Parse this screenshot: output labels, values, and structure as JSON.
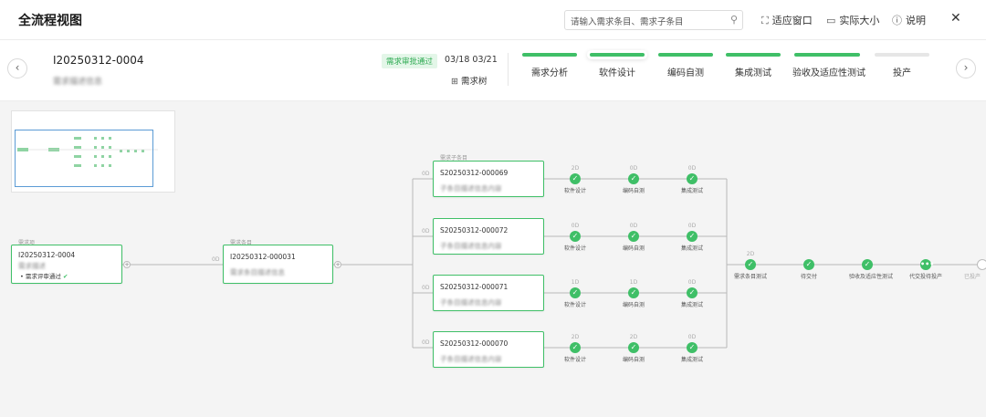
{
  "header": {
    "title": "全流程视图",
    "search_placeholder": "请输入需求条目、需求子条目",
    "fit_window": "适应窗口",
    "actual_size": "实际大小",
    "help": "说明",
    "close": "✕"
  },
  "info": {
    "req_id": "I20250312-0004",
    "req_sub": "需求描述信息",
    "status": "需求审批通过",
    "dates": "03/18 03/21",
    "tree": "需求树",
    "stages": [
      {
        "label": "需求分析",
        "state": "done"
      },
      {
        "label": "软件设计",
        "state": "done"
      },
      {
        "label": "编码自测",
        "state": "done"
      },
      {
        "label": "集成测试",
        "state": "done"
      },
      {
        "label": "验收及适应性测试",
        "state": "done"
      },
      {
        "label": "投产",
        "state": "pending"
      }
    ]
  },
  "flow": {
    "root": {
      "tag": "需求项",
      "id": "I20250312-0004",
      "sub": "需求描述",
      "status": "需求评审通过"
    },
    "mid": {
      "tag": "需求条目",
      "id": "I20250312-000031",
      "sub": "需求条目描述信息",
      "dur": "0D"
    },
    "children_tag": "需求子条目",
    "children": [
      {
        "id": "S20250312-000069",
        "sub": "子条目描述信息内容",
        "dur": "0D",
        "steps": [
          {
            "dur": "2D",
            "label": "软件设计"
          },
          {
            "dur": "0D",
            "label": "编码自测"
          },
          {
            "dur": "0D",
            "label": "集成测试"
          }
        ]
      },
      {
        "id": "S20250312-000072",
        "sub": "子条目描述信息内容",
        "dur": "0D",
        "steps": [
          {
            "dur": "0D",
            "label": "软件设计"
          },
          {
            "dur": "0D",
            "label": "编码自测"
          },
          {
            "dur": "0D",
            "label": "集成测试"
          }
        ]
      },
      {
        "id": "S20250312-000071",
        "sub": "子条目描述信息内容",
        "dur": "0D",
        "steps": [
          {
            "dur": "1D",
            "label": "软件设计"
          },
          {
            "dur": "1D",
            "label": "编码自测"
          },
          {
            "dur": "0D",
            "label": "集成测试"
          }
        ]
      },
      {
        "id": "S20250312-000070",
        "sub": "子条目描述信息内容",
        "dur": "0D",
        "steps": [
          {
            "dur": "2D",
            "label": "软件设计"
          },
          {
            "dur": "2D",
            "label": "编码自测"
          },
          {
            "dur": "0D",
            "label": "集成测试"
          }
        ]
      }
    ],
    "final_steps": [
      {
        "dur": "2D",
        "label": "需求条目测试",
        "state": "done"
      },
      {
        "dur": "",
        "label": "待交付",
        "state": "done"
      },
      {
        "dur": "",
        "label": "验收及适应性测试",
        "state": "done"
      },
      {
        "dur": "",
        "label": "代交投待投产",
        "state": "progress"
      },
      {
        "dur": "",
        "label": "已投产",
        "state": "pending"
      }
    ]
  },
  "colors": {
    "accent": "#3fbf67",
    "badge_bg": "#e3f6e8",
    "viewport": "#5b9bd5"
  }
}
